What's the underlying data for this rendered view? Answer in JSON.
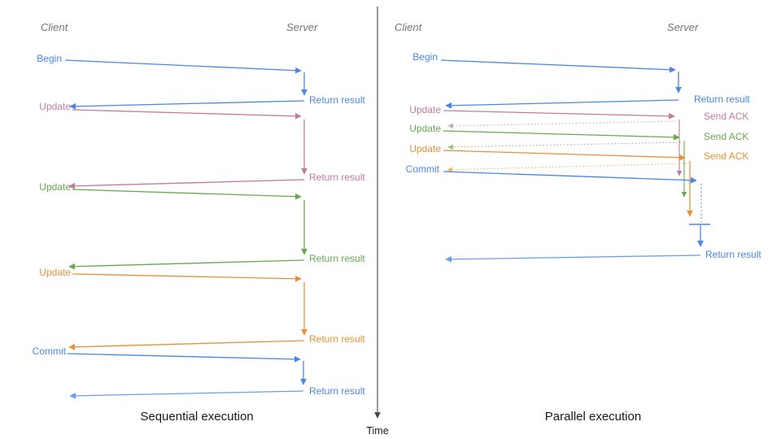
{
  "time_axis": {
    "label": "Time"
  },
  "panels": {
    "sequential": {
      "caption": "Sequential execution",
      "client": "Client",
      "server": "Server",
      "steps": [
        {
          "request": "Begin",
          "response": "Return result"
        },
        {
          "request": "Update",
          "response": "Return result"
        },
        {
          "request": "Update",
          "response": "Return result"
        },
        {
          "request": "Update",
          "response": "Return result"
        },
        {
          "request": "Commit",
          "response": "Return result"
        }
      ]
    },
    "parallel": {
      "caption": "Parallel execution",
      "client": "Client",
      "server": "Server",
      "steps": [
        {
          "request": "Begin",
          "response": "Return result"
        },
        {
          "request": "Update",
          "response": "Send ACK"
        },
        {
          "request": "Update",
          "response": "Send ACK"
        },
        {
          "request": "Update",
          "response": "Send ACK"
        },
        {
          "request": "Commit",
          "response": "Return result"
        }
      ]
    }
  },
  "colors": {
    "blue": "#4a86e8",
    "blue_light": "#6d9eeb",
    "pink": "#c27ba0",
    "pink_light": "#d5a6bd",
    "green": "#6aa84f",
    "green_light": "#93c47d",
    "orange": "#e69138",
    "orange_light": "#f6b26b",
    "header_gray": "#757575",
    "caption": "#1a1a1a",
    "axis": "#444444"
  }
}
